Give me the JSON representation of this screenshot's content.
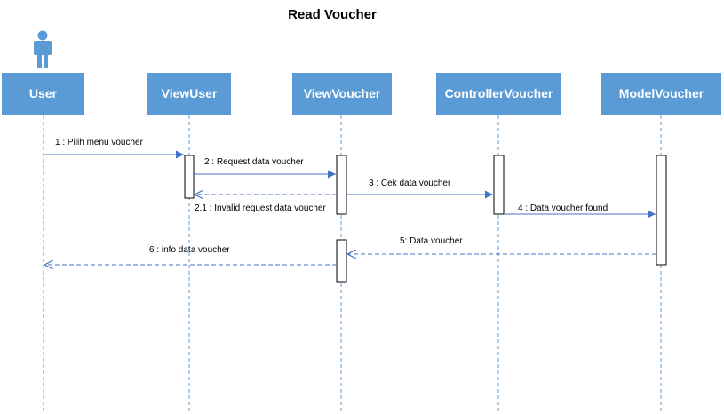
{
  "title": "Read Voucher",
  "colors": {
    "box_fill": "#5B9BD5",
    "box_text": "#FFFFFF",
    "line": "#4472C4",
    "lifeline": "#5B9BD5",
    "activation_border": "#000000"
  },
  "actor_icon": "person-icon",
  "lifelines": [
    {
      "label": "User"
    },
    {
      "label": "ViewUser"
    },
    {
      "label": "ViewVoucher"
    },
    {
      "label": "ControllerVoucher"
    },
    {
      "label": "ModelVoucher"
    }
  ],
  "messages": [
    {
      "label": "1 : Pilih menu voucher",
      "style": "sync"
    },
    {
      "label": "2 : Request data voucher",
      "style": "sync"
    },
    {
      "label": "2.1 : Invalid request data voucher",
      "style": "return"
    },
    {
      "label": "3 : Cek data voucher",
      "style": "sync"
    },
    {
      "label": "4 : Data voucher found",
      "style": "sync"
    },
    {
      "label": "5: Data voucher",
      "style": "return"
    },
    {
      "label": "6 : info data voucher",
      "style": "return"
    }
  ]
}
